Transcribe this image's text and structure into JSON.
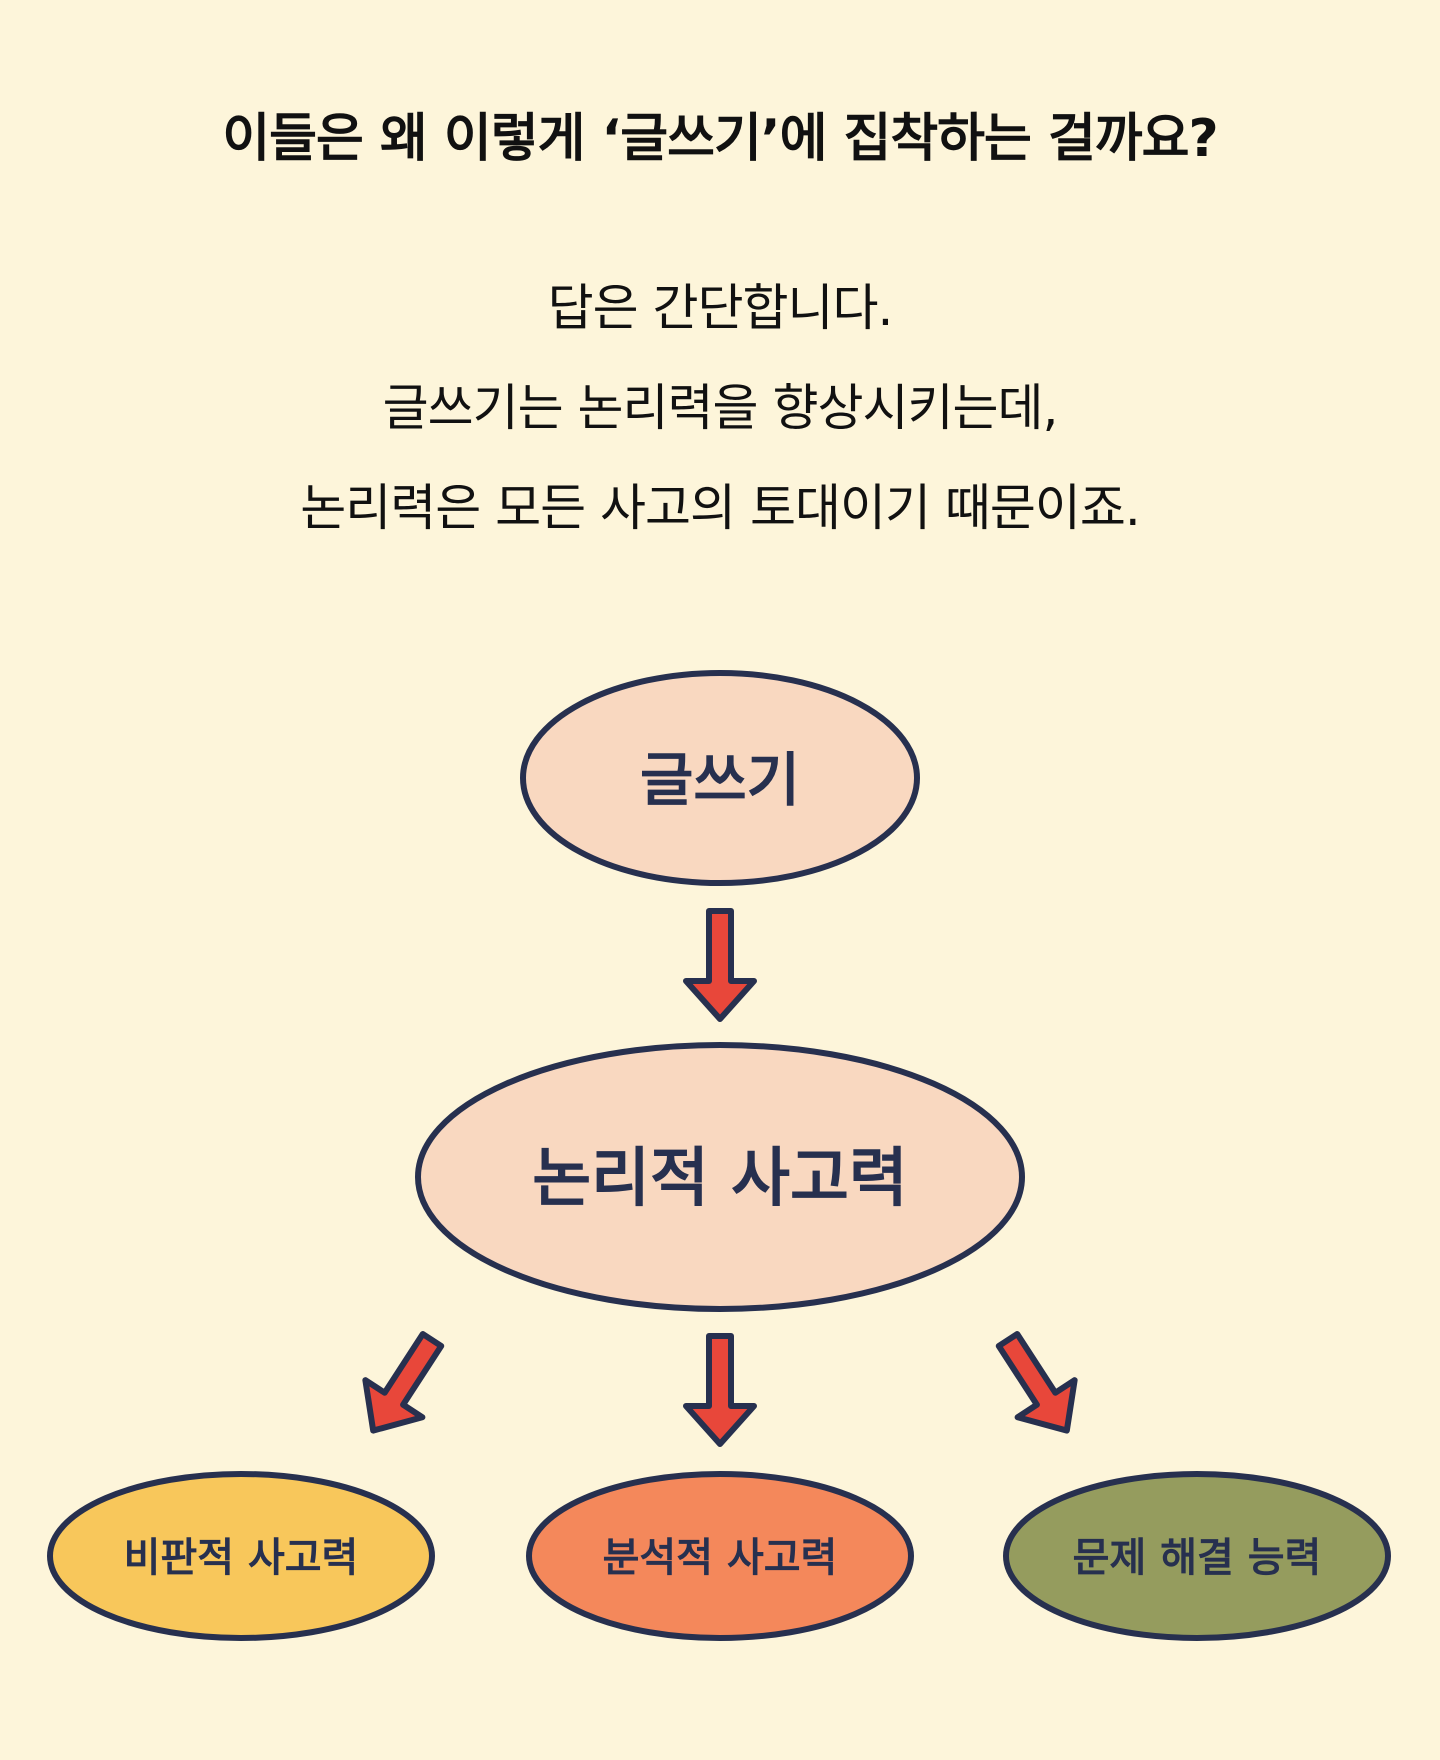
{
  "title": "이들은 왜 이렇게 ‘글쓰기’에 집착하는 걸까요?",
  "body": {
    "line1": "답은 간단합니다.",
    "line2": "글쓰기는 논리력을 향상시키는데,",
    "line3": "논리력은 모든 사고의 토대이기 때문이죠."
  },
  "diagram": {
    "nodes": {
      "writing": "글쓰기",
      "logical": "논리적 사고력",
      "critical": "비판적 사고력",
      "analytical": "분석적 사고력",
      "problem_solving": "문제 해결 능력"
    }
  },
  "colors": {
    "background": "#fdf5da",
    "node_peach": "#f9d8c0",
    "node_yellow": "#f8c75b",
    "node_orange": "#f4885b",
    "node_olive": "#959c5e",
    "outline": "#27304f",
    "arrow": "#e8473a"
  }
}
